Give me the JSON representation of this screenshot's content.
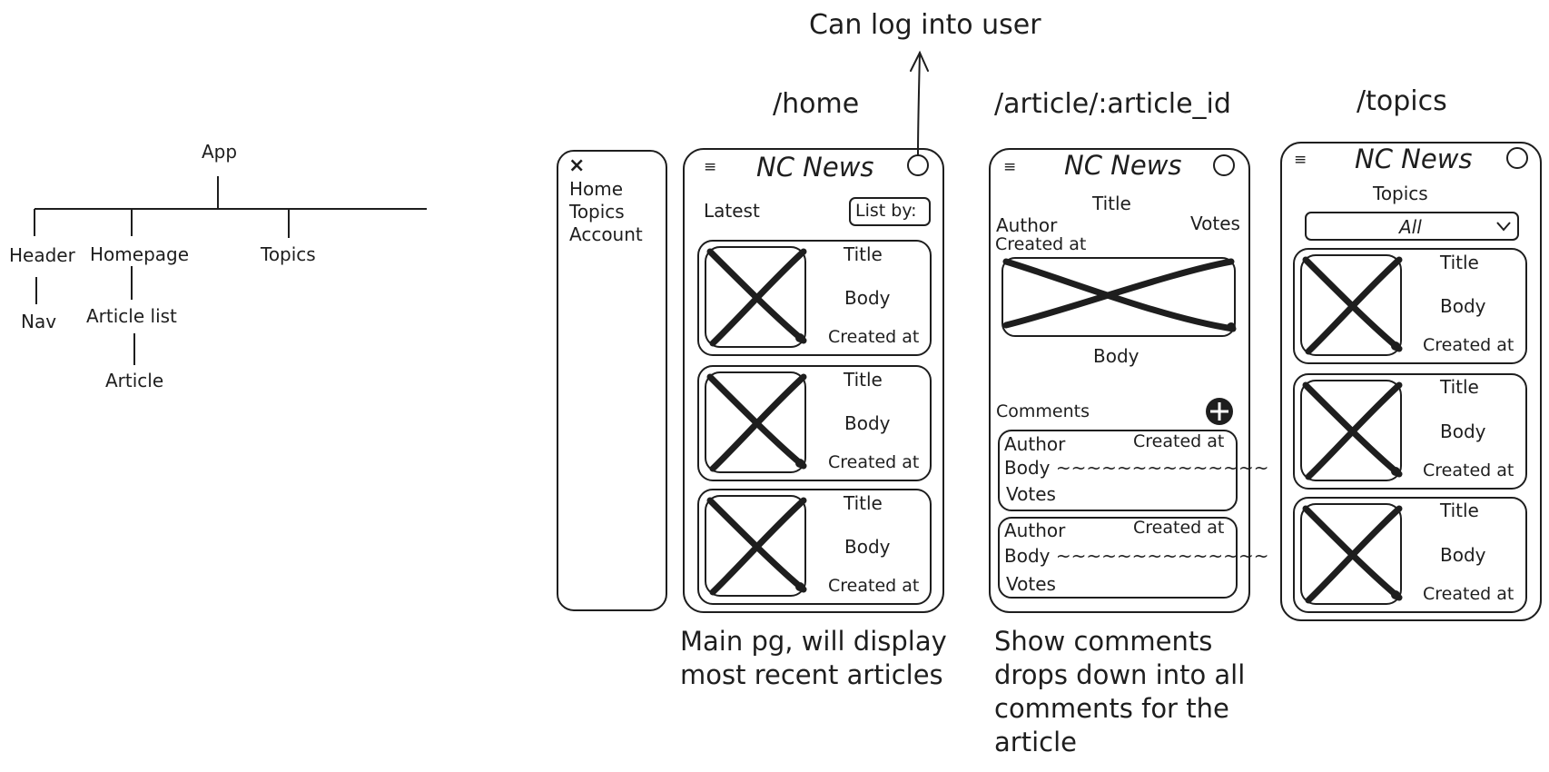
{
  "tree": {
    "app": "App",
    "header": "Header",
    "homepage": "Homepage",
    "topics": "Topics",
    "nav": "Nav",
    "article_list": "Article list",
    "article": "Article"
  },
  "drawer": {
    "close": "×",
    "items": [
      "Home",
      "Topics",
      "Account"
    ]
  },
  "annotation_login": "Can log into user",
  "brand": "NC News",
  "home": {
    "route": "/home",
    "latest": "Latest",
    "list_by": "List by:",
    "cards": [
      {
        "title": "Title",
        "body": "Body",
        "created": "Created at"
      },
      {
        "title": "Title",
        "body": "Body",
        "created": "Created at"
      },
      {
        "title": "Title",
        "body": "Body",
        "created": "Created at"
      }
    ],
    "note": "Main pg, will display most recent articles"
  },
  "article": {
    "route": "/article/:article_id",
    "title": "Title",
    "author": "Author",
    "votes": "Votes",
    "created": "Created at",
    "body": "Body",
    "comments_label": "Comments",
    "comments": [
      {
        "author": "Author",
        "created": "Created at",
        "body": "Body ~~~~~~~~~~~~~~",
        "votes": "Votes"
      },
      {
        "author": "Author",
        "created": "Created at",
        "body": "Body ~~~~~~~~~~~~~~",
        "votes": "Votes"
      }
    ],
    "note": "Show comments drops down into all comments for the article"
  },
  "topics": {
    "route": "/topics",
    "heading": "Topics",
    "select_value": "All",
    "cards": [
      {
        "title": "Title",
        "body": "Body",
        "created": "Created at"
      },
      {
        "title": "Title",
        "body": "Body",
        "created": "Created at"
      },
      {
        "title": "Title",
        "body": "Body",
        "created": "Created at"
      }
    ]
  },
  "icons": {
    "menu": "hamburger-icon",
    "account": "account-circle-icon",
    "add": "add-comment-icon",
    "close": "close-icon",
    "dropdown": "chevron-down-icon",
    "image_placeholder": "image-placeholder-icon"
  }
}
